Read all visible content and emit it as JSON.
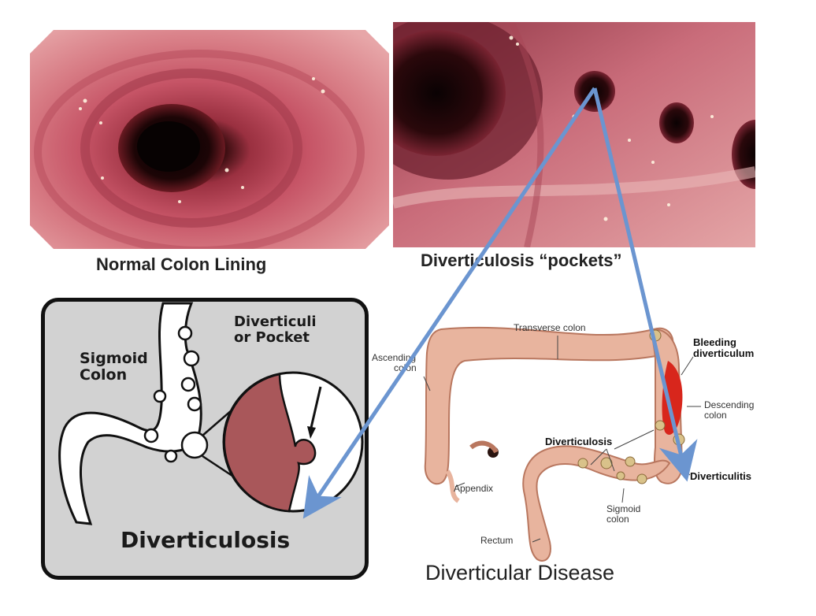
{
  "photos": {
    "normal_caption": "Normal Colon Lining",
    "pockets_caption": "Diverticulosis “pockets”"
  },
  "cartoon": {
    "sigmoid_label_line1": "Sigmoid",
    "sigmoid_label_line2": "Colon",
    "pocket_label_line1": "Diverticuli",
    "pocket_label_line2": "or Pocket",
    "title": "Diverticulosis"
  },
  "anatomy": {
    "transverse": "Transverse colon",
    "ascending_line1": "Ascending",
    "ascending_line2": "colon",
    "bleeding_line1": "Bleeding",
    "bleeding_line2": "diverticulum",
    "descending_line1": "Descending",
    "descending_line2": "colon",
    "diverticulosis": "Diverticulosis",
    "diverticulitis": "Diverticulitis",
    "appendix": "Appendix",
    "sigmoid_line1": "Sigmoid",
    "sigmoid_line2": "colon",
    "rectum": "Rectum",
    "title": "Diverticular Disease"
  },
  "colors": {
    "arrow": "#6b95d0",
    "tissue": "#c25b6a",
    "pocket_fill": "#a9575a",
    "colon_fill": "#e8b49e",
    "bleeding": "#d8261c"
  }
}
